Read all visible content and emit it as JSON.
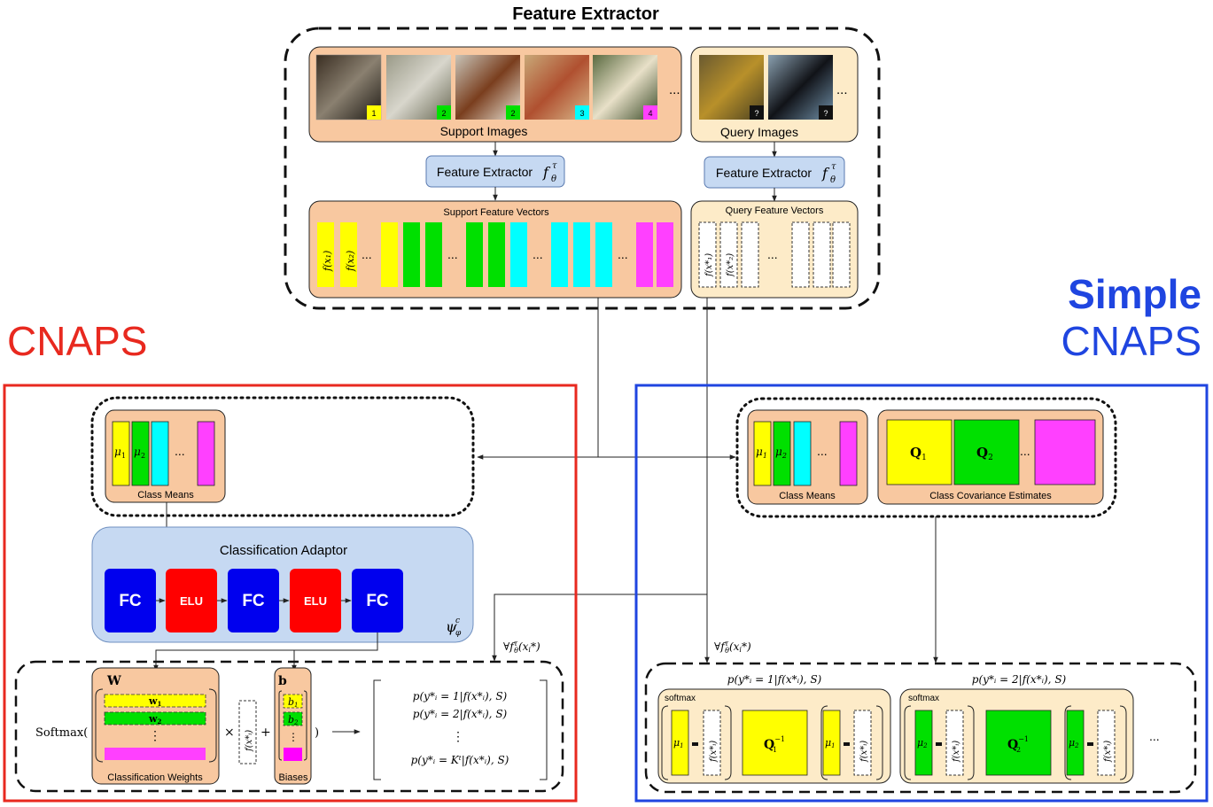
{
  "titles": {
    "feature_extractor": "Feature Extractor",
    "cnaps": "CNAPS",
    "simple": "Simple",
    "simple_cnaps": "CNAPS"
  },
  "colors": {
    "cnaps_red": "#e8291f",
    "simple_blue": "#1f45e0",
    "panel_peach": "#f8c8a0",
    "panel_cream": "#fdebc8",
    "adaptor_blue": "#c6d9f2",
    "yellow": "#ffff00",
    "green": "#00e000",
    "cyan": "#00ffff",
    "magenta": "#ff40ff",
    "fc_blue": "#0000ee",
    "elu_red": "#ff0000"
  },
  "feature_extractor": {
    "support_label": "Support Images",
    "query_label": "Query Images",
    "support_badges": [
      "1",
      "2",
      "2",
      "3",
      "4"
    ],
    "query_badges": [
      "?",
      "?"
    ],
    "ellipsis": "...",
    "extractor_label": "Feature Extractor",
    "extractor_math": "f",
    "extractor_sup": "τ",
    "extractor_sub": "θ",
    "support_vectors_label": "Support Feature Vectors",
    "query_vectors_label": "Query Feature Vectors",
    "support_vec_1": "f(x₁)",
    "support_vec_2": "f(x₂)",
    "query_vec_1": "f(x*₁)",
    "query_vec_2": "f(x*₂)",
    "math_sup": "τ",
    "math_sub": "θ"
  },
  "cnaps": {
    "class_means_label": "Class Means",
    "mu1": "μ",
    "mu2": "μ",
    "sub1": "1",
    "sub2": "2",
    "ellipsis": "...",
    "adaptor_title": "Classification Adaptor",
    "fc": "FC",
    "elu": "ELU",
    "psi": "ψ",
    "psi_sup": "c",
    "psi_sub": "φ",
    "forall": "∀f",
    "forall_rest": "(x",
    "forall_end": "*)",
    "forall_i": "i",
    "weights_label": "Classification Weights",
    "weights_symbol": "W",
    "w1": "w",
    "w2": "w",
    "vdots": "⋮",
    "softmax_open": "Softmax(",
    "times": "×",
    "plus": "+",
    "close_paren": ")",
    "arrow": "⟶",
    "biases_label": "Biases",
    "biases_symbol": "b",
    "b1": "b",
    "b2": "b",
    "vec_query": "f(x*ᵢ)",
    "prob1": "p(y*ᵢ = 1|f(x*ᵢ), S)",
    "prob2": "p(y*ᵢ = 2|f(x*ᵢ), S)",
    "probK": "p(y*ᵢ = Kᵗ|f(x*ᵢ), S)"
  },
  "simple": {
    "class_means_label": "Class Means",
    "cov_label": "Class Covariance Estimates",
    "mu": "μ",
    "sub1": "1",
    "sub2": "2",
    "q": "Q",
    "ellipsis": "...",
    "forall": "∀f",
    "forall_rest": "(x",
    "forall_end": "*)",
    "forall_i": "i",
    "softmax": "softmax",
    "prob1": "p(y*ᵢ = 1|f(x*ᵢ), S)",
    "prob2": "p(y*ᵢ = 2|f(x*ᵢ), S)",
    "qinv": "−1",
    "vec_query": "f(x*ᵢ)",
    "minus": "−"
  }
}
